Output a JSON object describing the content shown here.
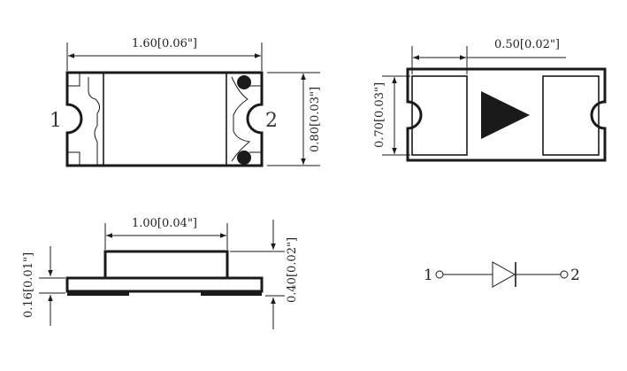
{
  "dimensions": {
    "top_length": "1.60[0.06\"]",
    "top_width": "0.80[0.03\"]",
    "right_pad": "0.50[0.02\"]",
    "right_height": "0.70[0.03\"]",
    "side_top": "1.00[0.04\"]",
    "side_pad_thickness": "0.16[0.01\"]",
    "side_height": "0.40[0.02\"]"
  },
  "pins": {
    "left": "1",
    "right": "2"
  },
  "schematic": {
    "left": "1",
    "right": "2"
  }
}
